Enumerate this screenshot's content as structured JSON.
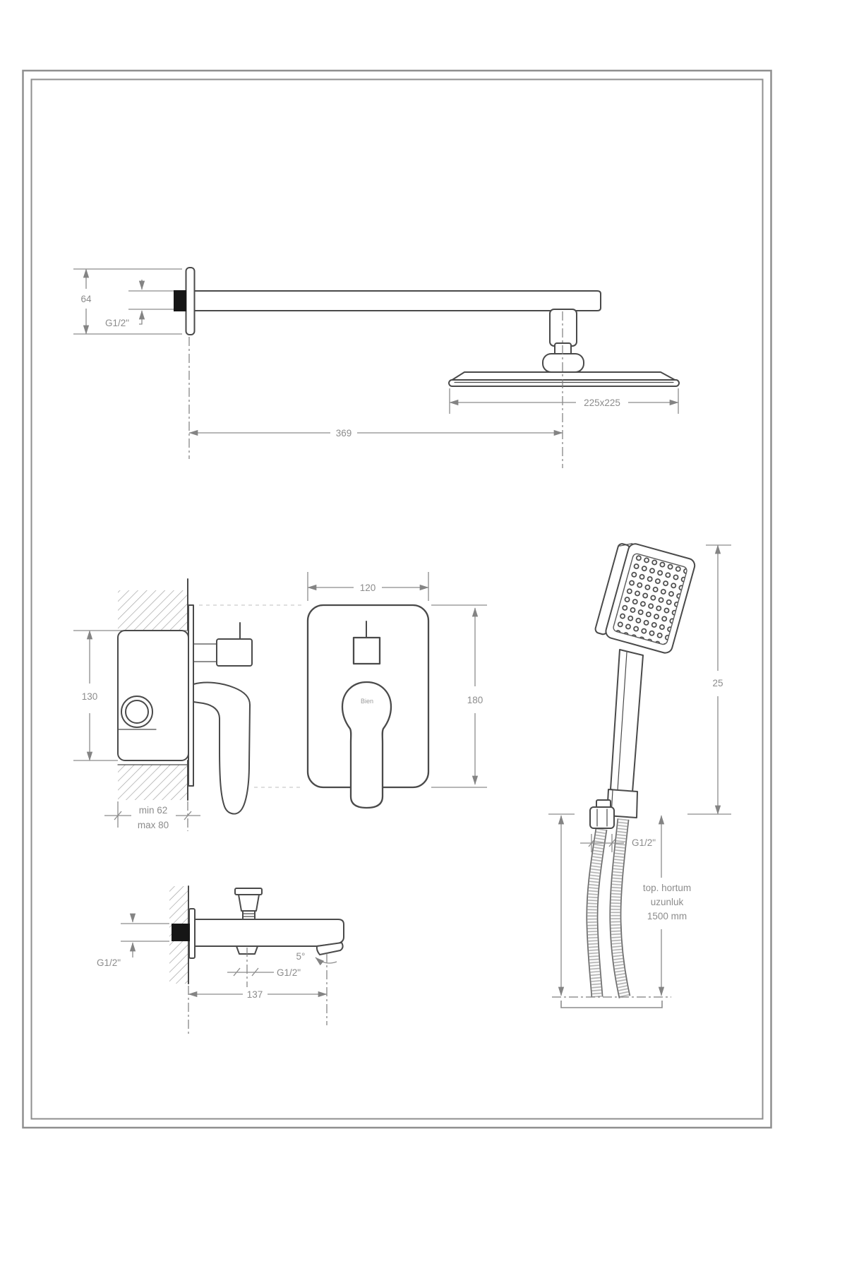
{
  "page": {
    "background": "#ffffff",
    "frame_color": "#8f8f8f"
  },
  "labels": {
    "arm": {
      "flange_height": "64",
      "thread": "G1/2\"",
      "head_size": "225x225",
      "reach": "369"
    },
    "valve_side": {
      "height": "130",
      "depth_min": "min 62",
      "depth_max": "max 80"
    },
    "valve_front": {
      "width": "120",
      "height": "180",
      "brand": "Bien"
    },
    "hand_shower": {
      "length": "25",
      "thread": "G1/2\"",
      "note_line1": "top. hortum",
      "note_line2": "uzunluk",
      "note_line3": "1500 mm"
    },
    "spout": {
      "wall_thread": "G1/2\"",
      "outlet_thread": "G1/2\"",
      "length": "137",
      "angle": "5°"
    }
  }
}
